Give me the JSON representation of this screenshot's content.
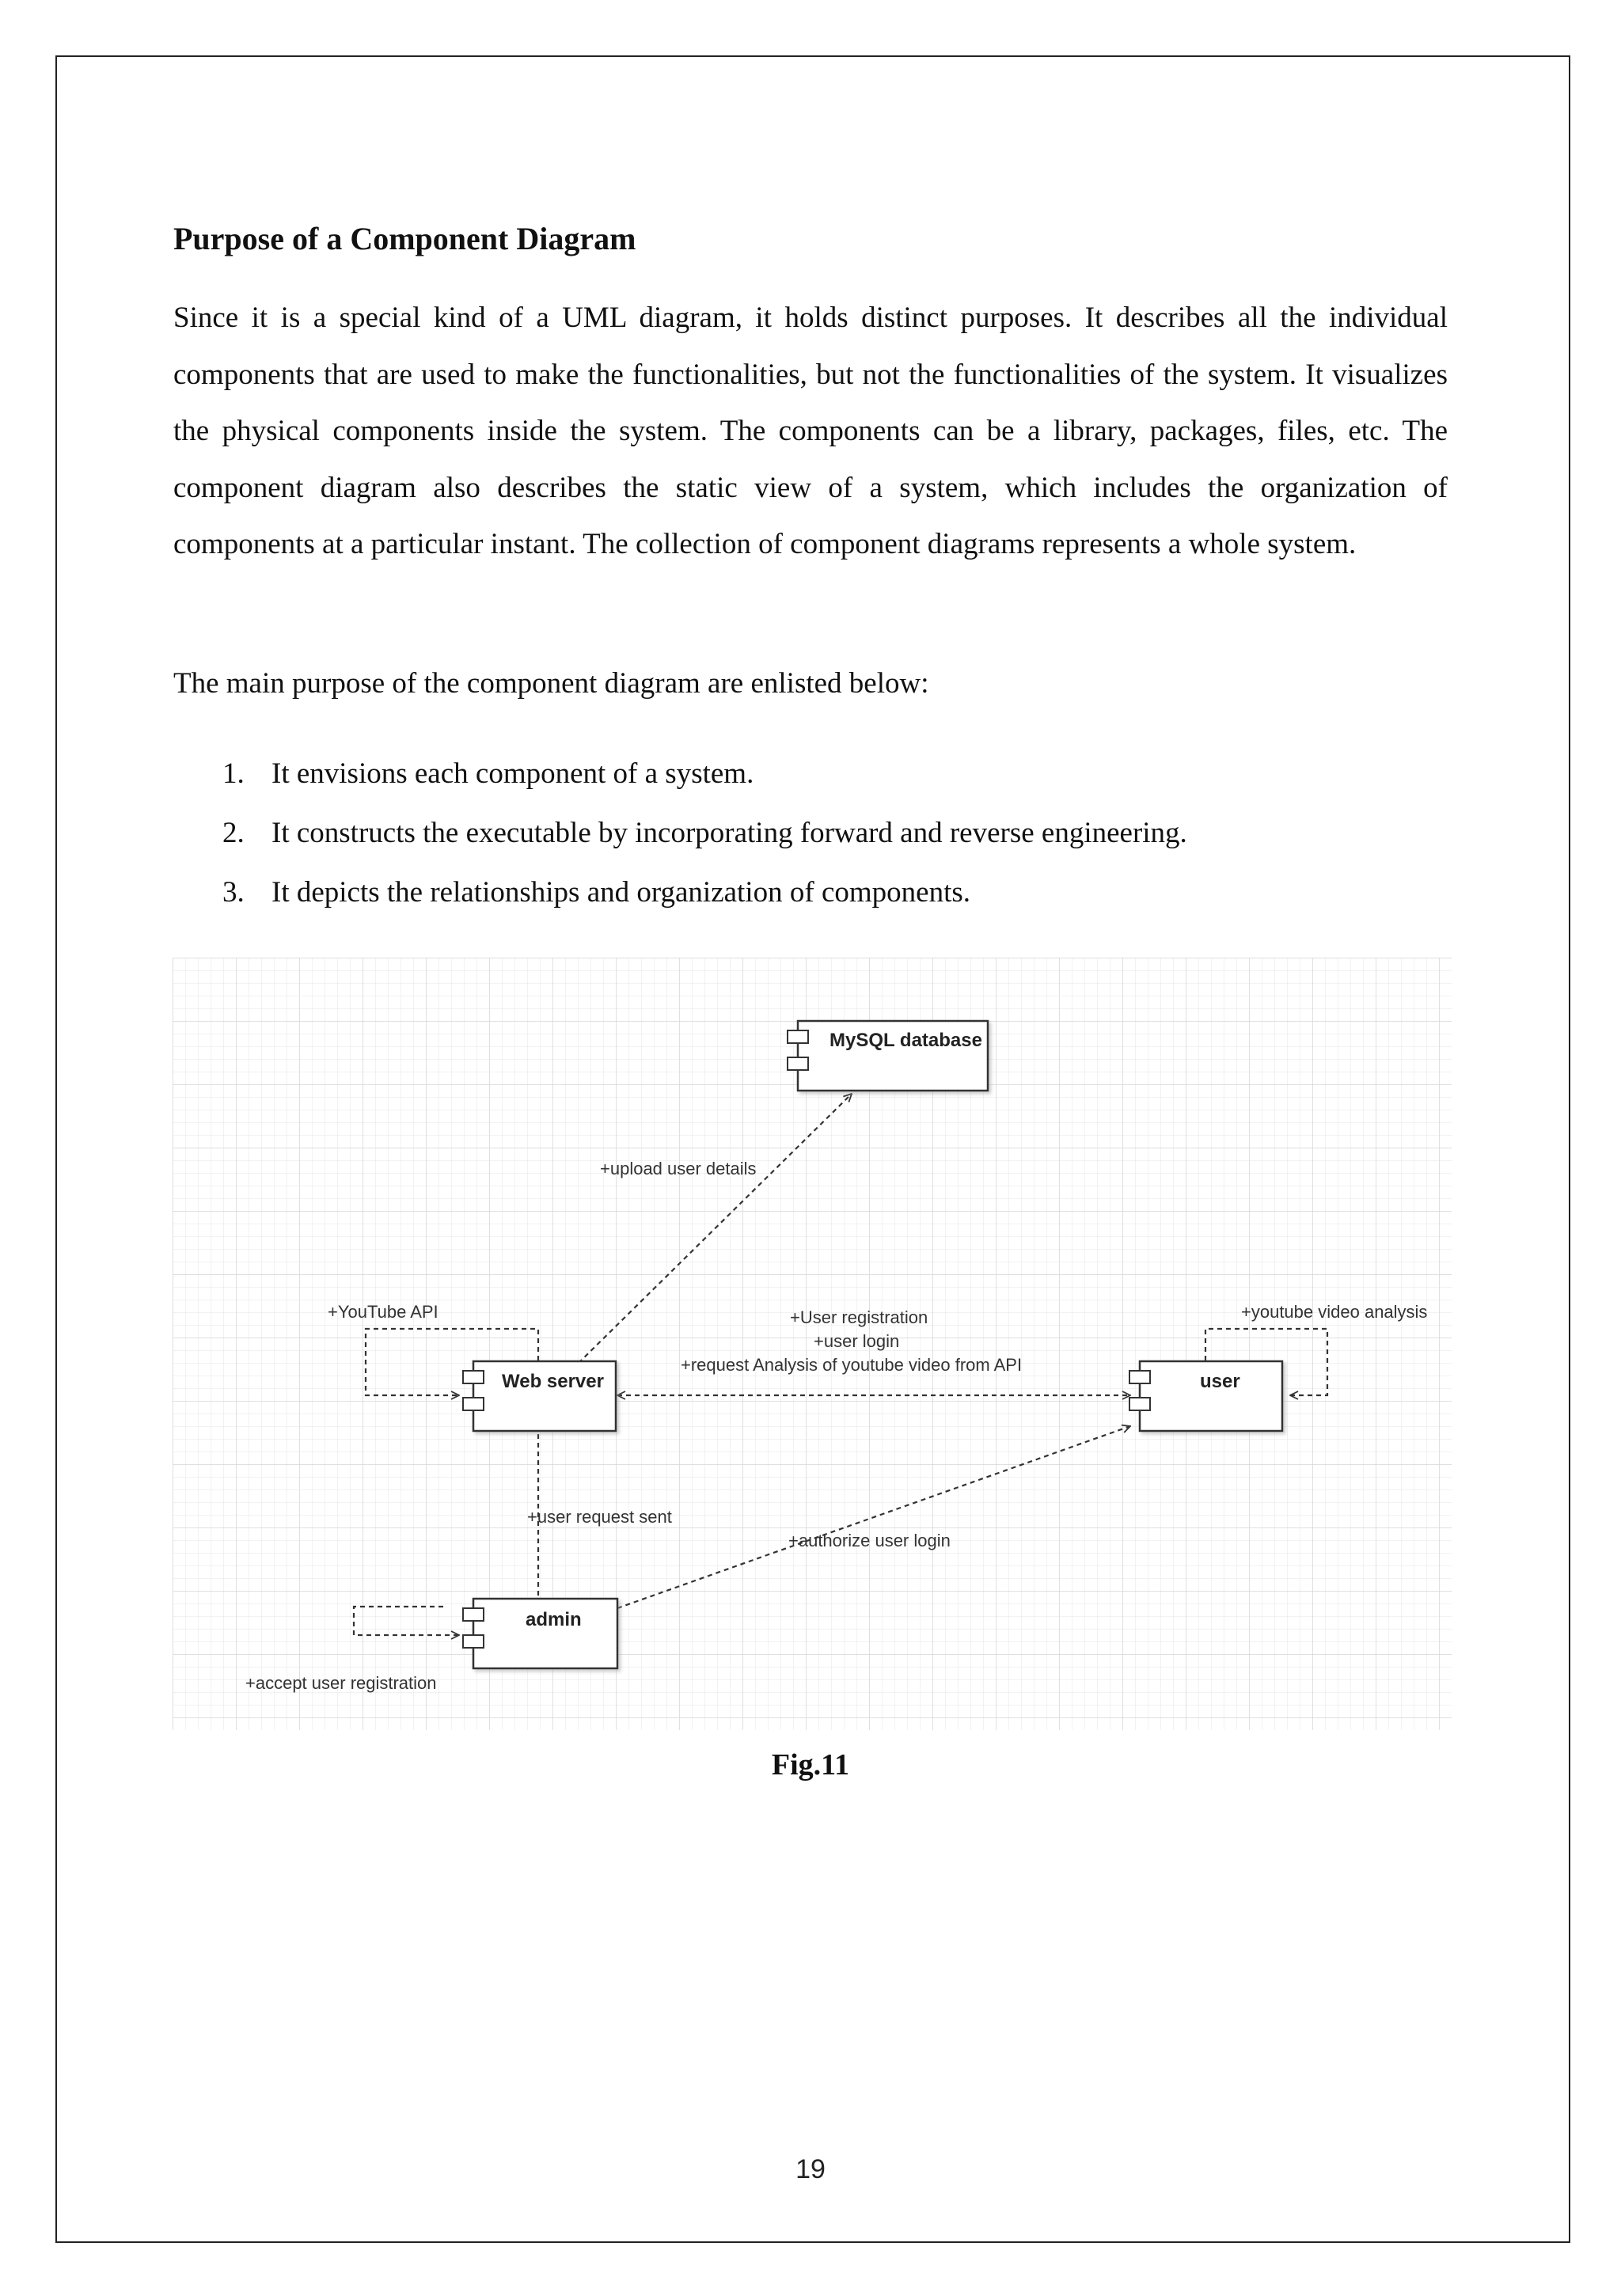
{
  "heading": "Purpose of a Component Diagram",
  "paragraph": "Since it is a special kind of a UML diagram, it holds distinct purposes. It describes all the individual components that are used to make the functionalities, but not the functionalities of the system. It visualizes the physical components inside the system. The components can be a library, packages, files, etc. The component diagram also describes the static view of a system, which includes the organization of components at a particular instant. The collection of component diagrams represents a whole system.",
  "intro": "The main purpose of the component diagram are enlisted below:",
  "list": [
    {
      "num": "1.",
      "text": "It envisions each component of a system."
    },
    {
      "num": "2.",
      "text": "It constructs the executable by incorporating forward and reverse engineering."
    },
    {
      "num": "3.",
      "text": "It depicts the relationships and organization of components."
    }
  ],
  "diagram": {
    "components": {
      "mysql": "MySQL database",
      "web_server": "Web server",
      "user": "user",
      "admin": "admin"
    },
    "labels": {
      "upload_user_details": "+upload user details",
      "youtube_api": "+YouTube API",
      "user_registration": "+User registration",
      "user_login": "+user login",
      "request_analysis": "+request Analysis of youtube video from API",
      "youtube_video_analysis": "+youtube video analysis",
      "user_request_sent": "+user request sent",
      "authorize_user_login": "+authorize user login",
      "accept_user_registration": "+accept user registration"
    }
  },
  "caption": "Fig.11",
  "page_number": "19"
}
